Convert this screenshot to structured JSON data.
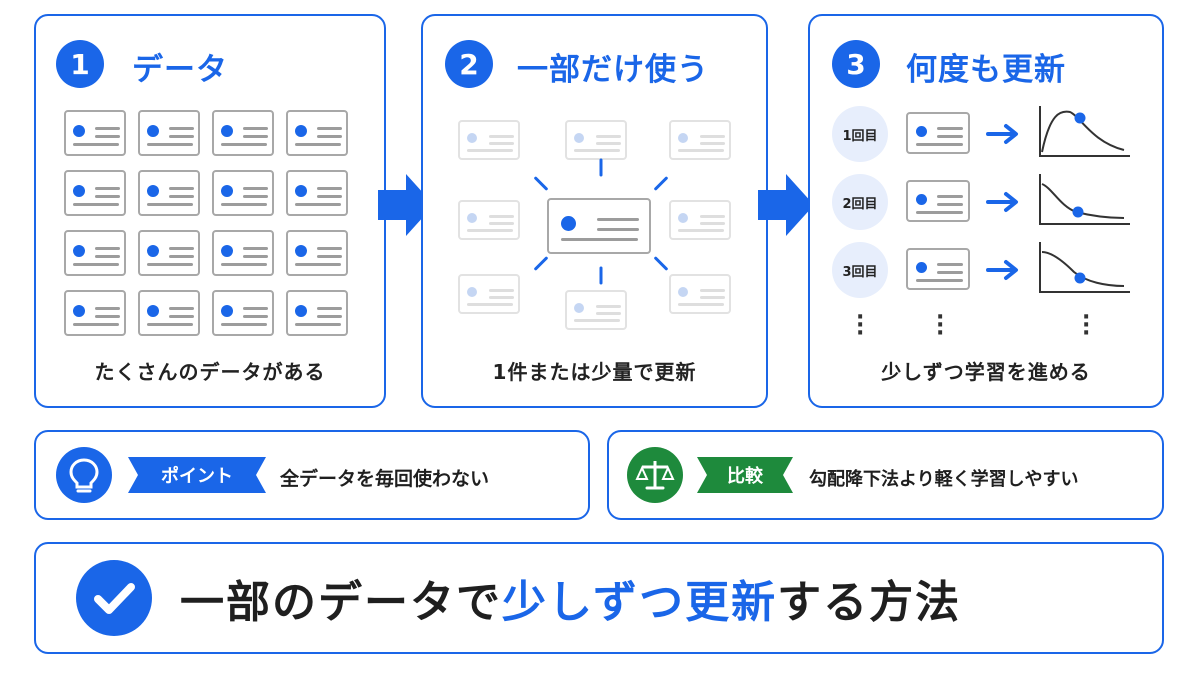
{
  "steps": [
    {
      "num": "1",
      "title": "データ",
      "caption": "たくさんのデータがある"
    },
    {
      "num": "2",
      "title": "一部だけ使う",
      "caption": "1件または少量で更新"
    },
    {
      "num": "3",
      "title": "何度も更新",
      "caption": "少しずつ学習を進める"
    }
  ],
  "rounds": [
    "1回目",
    "2回目",
    "3回目"
  ],
  "tips": [
    {
      "icon": "lightbulb-icon",
      "badge": "ポイント",
      "text": "全データを毎回使わない",
      "color": "#1a66e8"
    },
    {
      "icon": "balance-scale-icon",
      "badge": "比較",
      "text": "勾配降下法より軽く学習しやすい",
      "color": "#1e8a3c"
    }
  ],
  "summary": {
    "part1": "一部のデータで",
    "highlight": "少しずつ更新",
    "part2": "する方法"
  },
  "colors": {
    "accent": "#1a66e8",
    "green": "#1e8a3c"
  }
}
